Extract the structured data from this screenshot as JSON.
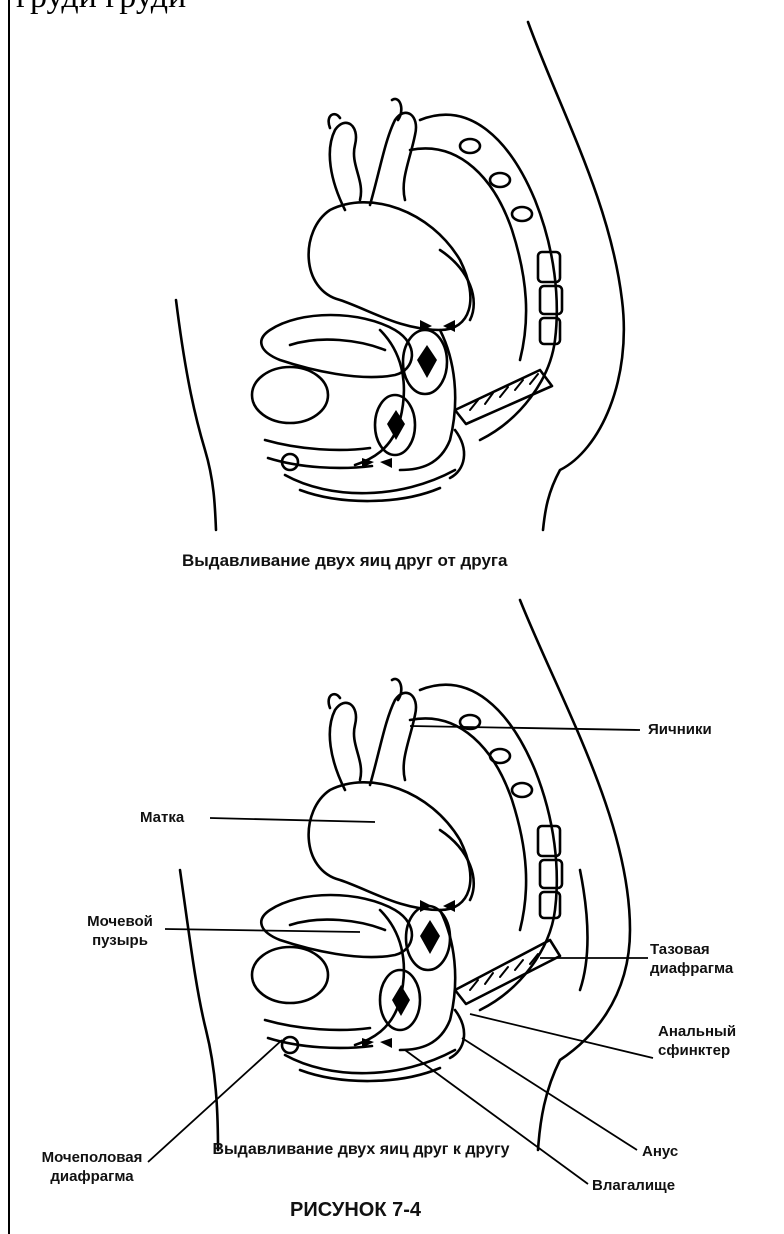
{
  "header_fragment": "груди  груди",
  "top_figure": {
    "caption": "Выдавливание двух яиц друг от друга"
  },
  "bottom_figure": {
    "caption": "Выдавливание двух яиц друг к другу",
    "labels": {
      "ovaries": "Яичники",
      "uterus": "Матка",
      "bladder": "Мочевой пузырь",
      "pelvic_diaphragm": "Тазовая диафрагма",
      "anal_sphincter": "Анальный сфинктер",
      "anus": "Анус",
      "urogenital_diaphragm": "Мочеполовая диафрагма",
      "vagina": "Влагалище"
    }
  },
  "figure_number": "РИСУНОК 7-4"
}
